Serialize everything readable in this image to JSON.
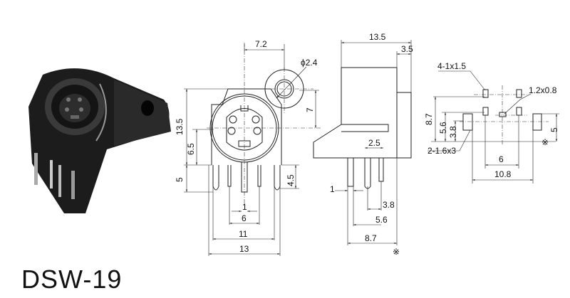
{
  "title": "DSW-19",
  "front_view": {
    "dims": {
      "d7_2": "7.2",
      "phi2_4": "ϕ2.4",
      "d13_5": "13.5",
      "d6_5": "6.5",
      "d7": "7",
      "d5": "5",
      "d4_5": "4.5",
      "d1": "1",
      "d6": "6",
      "d11": "11",
      "d13": "13"
    }
  },
  "side_view": {
    "dims": {
      "d13_5": "13.5",
      "d3_5": "3.5",
      "d2_5": "2.5",
      "d1": "1",
      "d3_8": "3.8",
      "d5_6": "5.6",
      "d8_7": "8.7"
    },
    "ref_mark": "※"
  },
  "footprint": {
    "dims": {
      "pads4": "4-1x1.5",
      "pad_small": "1.2x0.8",
      "d8_7": "8.7",
      "d5_6": "5.6",
      "d3_8": "3.8",
      "pads2": "2-1.6x3",
      "d5": "5",
      "d6": "6",
      "d10_8": "10.8"
    },
    "ref_mark": "※"
  },
  "colors": {
    "line": "#222222",
    "body": "#1a1a1a"
  }
}
